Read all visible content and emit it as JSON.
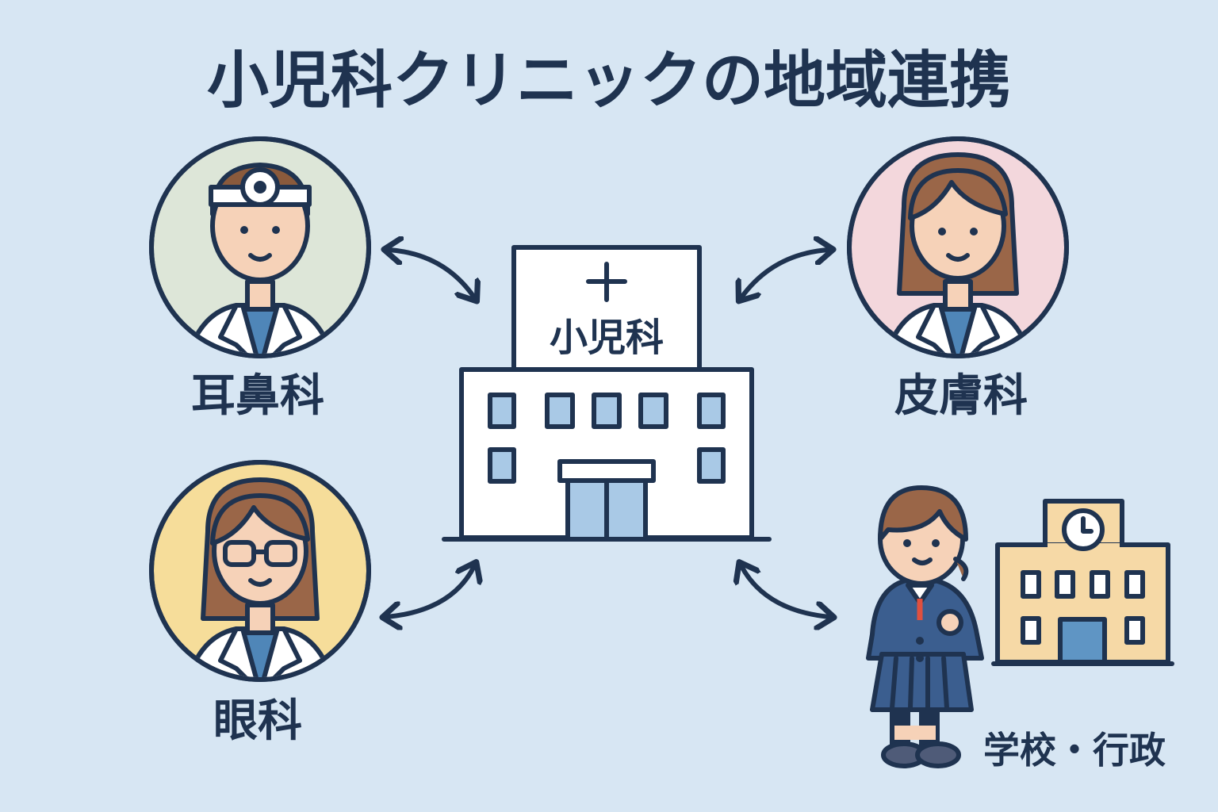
{
  "title": "小児科クリニックの地域連携",
  "center": {
    "label": "小児科",
    "icon": "hospital-icon"
  },
  "partners": [
    {
      "label": "耳鼻科",
      "icon": "ent-doctor-icon",
      "color": "#dde6d8"
    },
    {
      "label": "皮膚科",
      "icon": "dermatologist-icon",
      "color": "#f3d7dc"
    },
    {
      "label": "眼科",
      "icon": "ophthalmologist-icon",
      "color": "#f6dd9a"
    },
    {
      "label": "学校・行政",
      "icon": "school-icon",
      "color": "#f6d9a6"
    }
  ],
  "colors": {
    "background": "#d7e6f3",
    "ink": "#1f3350",
    "window": "#a9c9e6"
  }
}
